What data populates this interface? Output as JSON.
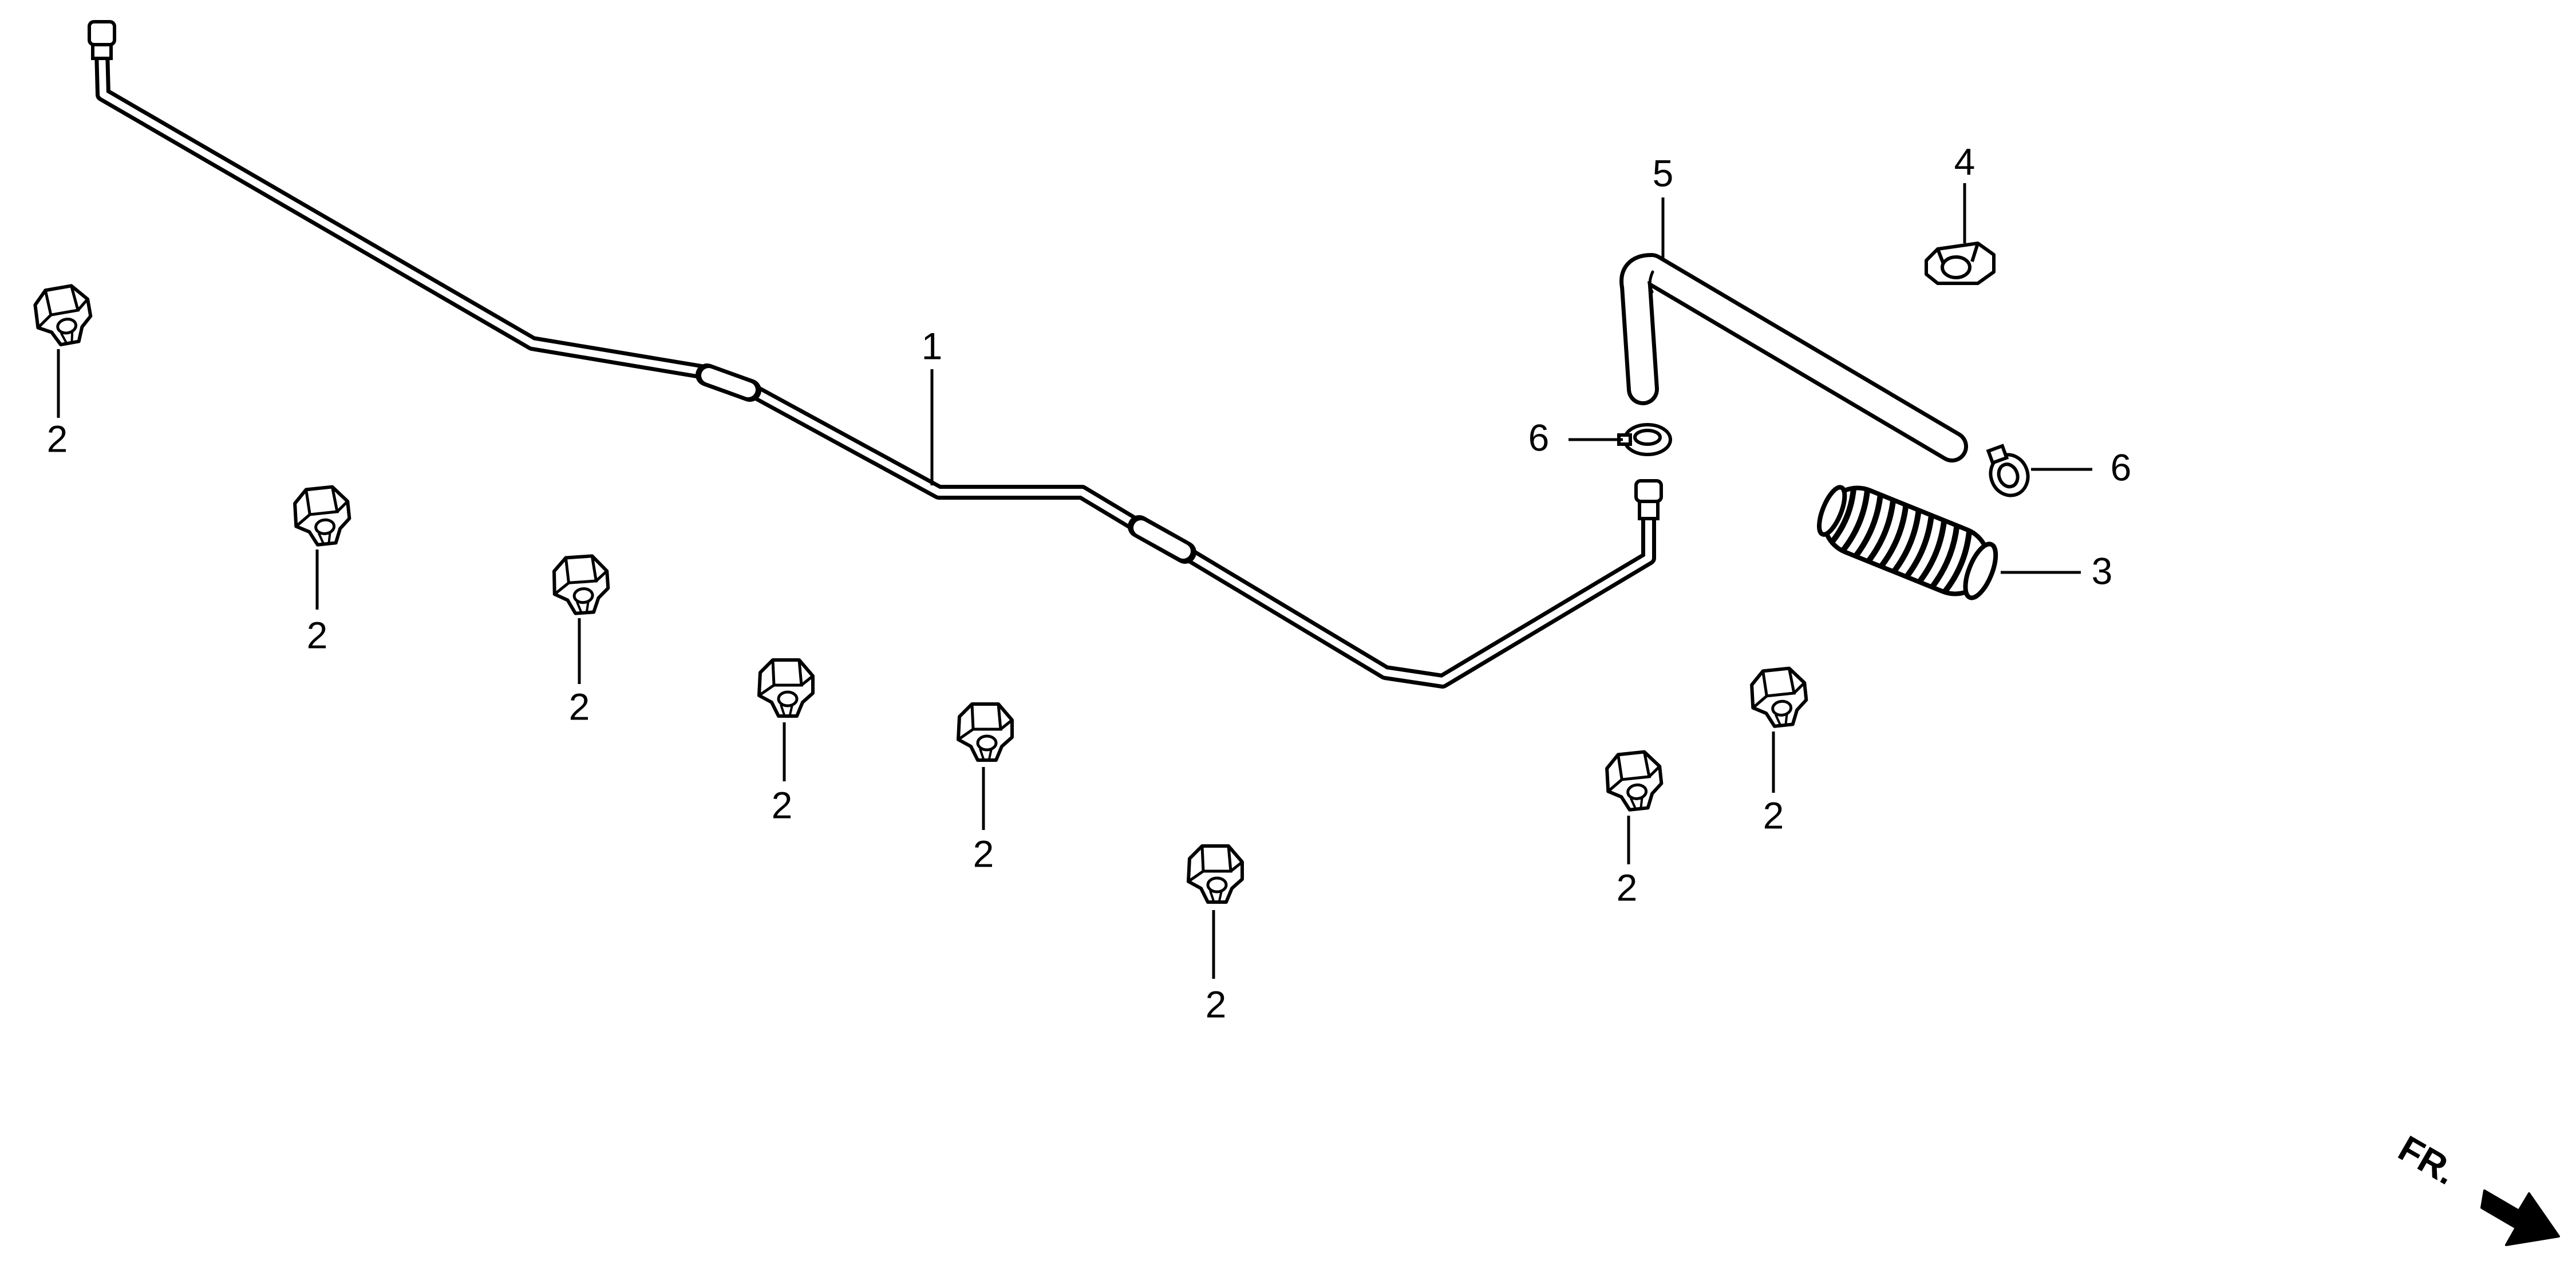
{
  "callouts": {
    "pipe": "1",
    "clip": "2",
    "boot": "3",
    "clamp": "4",
    "hose": "5",
    "hose_clip": "6"
  },
  "direction_label": "FR.",
  "colors": {
    "ink": "#000000",
    "paper": "#ffffff"
  }
}
